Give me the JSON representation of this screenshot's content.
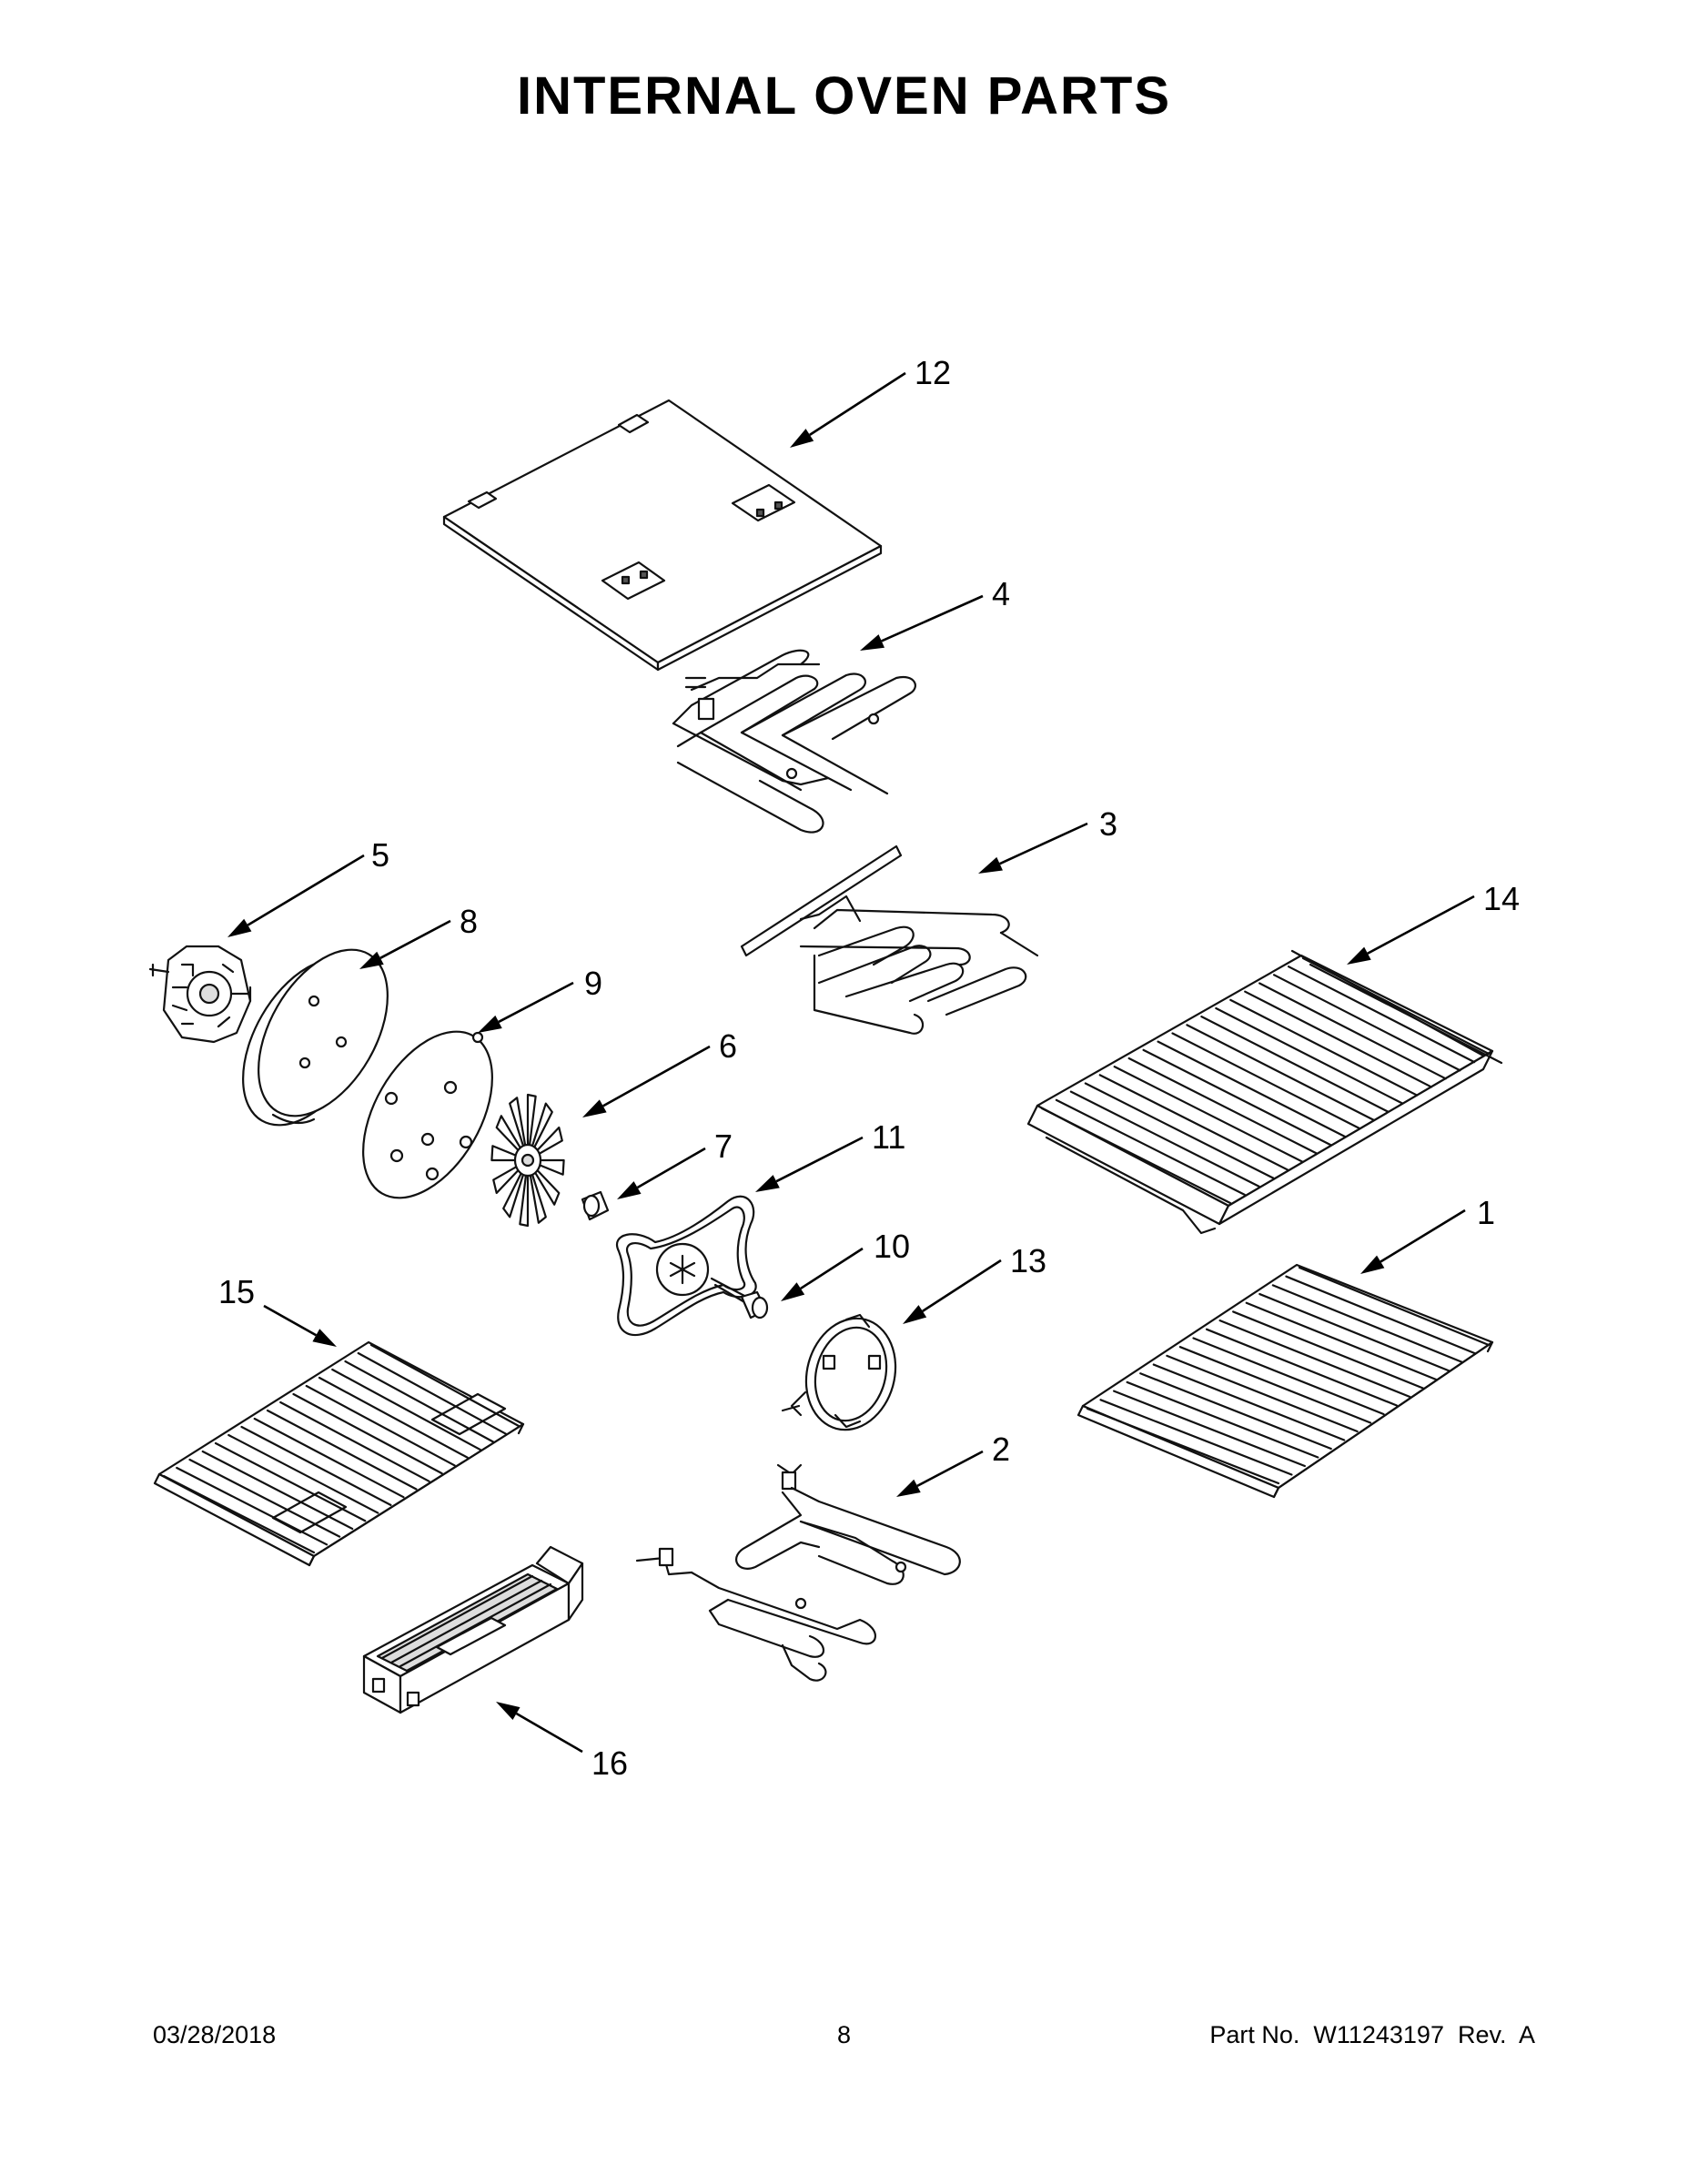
{
  "title": "INTERNAL OVEN PARTS",
  "callouts": [
    {
      "id": "12",
      "label": "12",
      "part": "oven-ceiling-panel"
    },
    {
      "id": "4",
      "label": "4",
      "part": "broil-element"
    },
    {
      "id": "3",
      "label": "3",
      "part": "bake-element-upper"
    },
    {
      "id": "14",
      "label": "14",
      "part": "oven-rack-sliding"
    },
    {
      "id": "5",
      "label": "5",
      "part": "convection-motor"
    },
    {
      "id": "8",
      "label": "8",
      "part": "insulation-disc"
    },
    {
      "id": "9",
      "label": "9",
      "part": "fan-baffle-plate"
    },
    {
      "id": "6",
      "label": "6",
      "part": "convection-fan-blade"
    },
    {
      "id": "7",
      "label": "7",
      "part": "fan-nut"
    },
    {
      "id": "11",
      "label": "11",
      "part": "fan-gasket"
    },
    {
      "id": "10",
      "label": "10",
      "part": "screw"
    },
    {
      "id": "13",
      "label": "13",
      "part": "convection-element"
    },
    {
      "id": "1",
      "label": "1",
      "part": "oven-rack"
    },
    {
      "id": "15",
      "label": "15",
      "part": "wire-rack"
    },
    {
      "id": "2",
      "label": "2",
      "part": "bake-element"
    },
    {
      "id": "16",
      "label": "16",
      "part": "broil-pan"
    }
  ],
  "footer": {
    "date": "03/28/2018",
    "page": "8",
    "part_no": "Part No.  W11243197  Rev.  A"
  }
}
